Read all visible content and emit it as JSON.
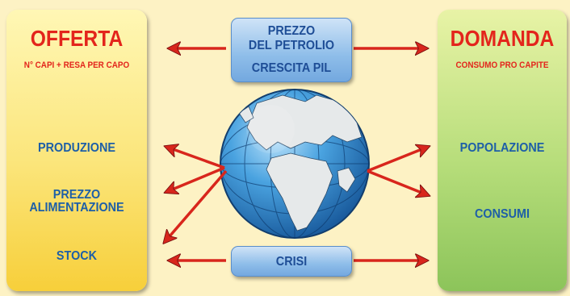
{
  "supply": {
    "title": "OFFERTA",
    "subtitle": "N° CAPI + RESA PER CAPO",
    "items": [
      "PRODUZIONE",
      "PREZZO\nALIMENTAZIONE",
      "STOCK"
    ]
  },
  "demand": {
    "title": "DOMANDA",
    "subtitle": "CONSUMO PRO CAPITE",
    "items": [
      "POPOLAZIONE",
      "CONSUMI"
    ]
  },
  "center_top": {
    "line1": "PREZZO",
    "line2": "DEL PETROLIO",
    "line3": "CRESCITA PIL"
  },
  "center_bottom": {
    "label": "CRISI"
  },
  "colors": {
    "title_red": "#e3251c",
    "item_blue": "#1e5fa7",
    "arrow_red": "#d8261c",
    "background": "#fdf2c4"
  }
}
